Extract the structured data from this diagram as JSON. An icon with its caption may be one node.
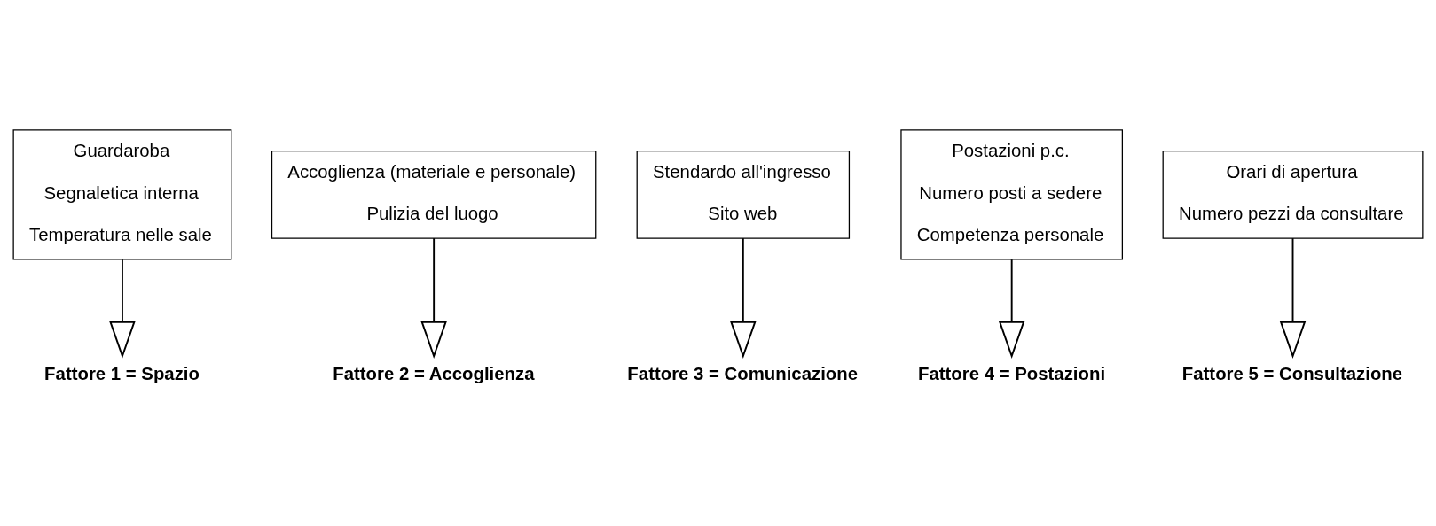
{
  "diagram": {
    "nodes": [
      {
        "text": [
          "Guardaroba",
          "Segnaletica interna",
          "Temperatura nelle sale"
        ]
      },
      {
        "text": [
          "Accoglienza (materiale e personale)",
          "Pulizia del luogo"
        ]
      },
      {
        "text": [
          "Stendardo all'ingresso",
          "Sito web"
        ]
      },
      {
        "text": [
          "Postazioni p.c.",
          "Numero posti a sedere",
          "Competenza personale"
        ]
      },
      {
        "text": [
          "Orari di apertura",
          "Numero pezzi da consultare"
        ]
      },
      {
        "text": [
          "Fattore 1 = Spazio"
        ]
      },
      {
        "text": [
          "Fattore 2 = Accoglienza"
        ]
      },
      {
        "text": [
          "Fattore 3 = Comunicazione"
        ]
      },
      {
        "text": [
          "Fattore 4 = Postazioni"
        ]
      },
      {
        "text": [
          "Fattore 5 = Consultazione"
        ]
      }
    ],
    "edges": [
      {
        "from": 0,
        "to": 5,
        "arrow": "to"
      },
      {
        "from": 1,
        "to": 6,
        "arrow": "to"
      },
      {
        "from": 2,
        "to": 7,
        "arrow": "to"
      },
      {
        "from": 3,
        "to": 8,
        "arrow": "to"
      },
      {
        "from": 4,
        "to": 9,
        "arrow": "to"
      }
    ]
  }
}
